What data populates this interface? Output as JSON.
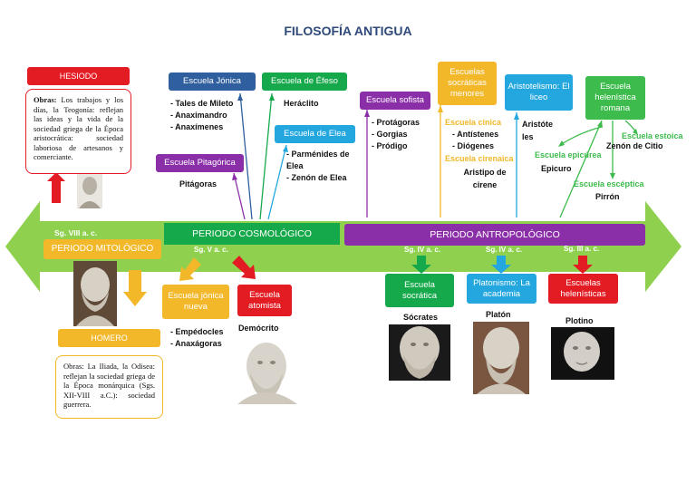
{
  "title": "FILOSOFÍA ANTIGUA",
  "colors": {
    "timeline": "#8fd14f",
    "cosmologico": "#16a94b",
    "antropologico": "#8b2fa8",
    "mitologico": "#f2b82a",
    "hesiodo": "#e31b23",
    "jonica": "#2f5f9e",
    "efeso": "#16a94b",
    "elea": "#23a7de",
    "pitagorica": "#8b2fa8",
    "menores": "#f2b82a",
    "aristotelismo": "#23a7de",
    "helenistica": "#3dbb4c"
  },
  "hesiodo": {
    "label": "HESIODO",
    "obras_label": "Obras:",
    "obras_text": "Los trabajos y los días, la Teogonía: reflejan las ideas y la vida de la sociedad griega de la Época aristocrática: sociedad laboriosa de artesanos y comerciante."
  },
  "homero": {
    "label": "HOMERO",
    "obras_text": "Obras: La Iliada, la Odisea: reflejan la sociedad griega de la Época monárquica (Sgs. XII-VIII a.C.): sociedad guerrera."
  },
  "timeline": {
    "sg_viii": "Sg. VIII a. c.",
    "mitologico": "PERIODO MITOLÓGICO",
    "cosmologico": "PERIODO COSMOLÓGICO",
    "antropologico": "PERIODO ANTROPOLÓGICO",
    "sg_v": "Sg. V a. c.",
    "sg_iv_1": "Sg. IV a. c.",
    "sg_iv_2": "Sg. IV a. c.",
    "sg_iii": "Sg. III a. c."
  },
  "jonica": {
    "label": "Escuela Jónica",
    "members": [
      "Tales de Mileto",
      "Anaximandro",
      "Anaxímenes"
    ]
  },
  "efeso": {
    "label": "Escuela de Éfeso",
    "member": "Heráclito"
  },
  "elea": {
    "label": "Escuela de Elea",
    "members": [
      "Parménides de Elea",
      "Zenón de Elea"
    ]
  },
  "pitagorica": {
    "label": "Escuela Pitagórica",
    "member": "Pitágoras"
  },
  "jonica_nueva": {
    "label": "Escuela jónica nueva",
    "members": [
      "Empédocles",
      "Anaxágoras"
    ]
  },
  "atomista": {
    "label": "Escuela atomista",
    "member": "Demócrito"
  },
  "sofista": {
    "label": "Escuela sofista",
    "members": [
      "Protágoras",
      "Gorgias",
      "Pródigo"
    ]
  },
  "menores": {
    "label": "Escuelas socráticas menores",
    "cinica": "Escuela cínica",
    "cinica_members": [
      "Antístenes",
      "Diógenes"
    ],
    "cirenaica": "Escuela cirenaica",
    "cirenaica_member": "Aristipo de cirene"
  },
  "aristotelismo": {
    "label": "Aristotelismo: El liceo",
    "member": "Aristóteles"
  },
  "helenistica": {
    "label": "Escuela helenística romana",
    "estoica": "Escuela estoica",
    "estoica_member": "Zenón de Citio",
    "epicurea": "Escuela epicúrea",
    "epicurea_member": "Epicuro",
    "esceptica": "Escuela escéptica",
    "esceptica_member": "Pirrón"
  },
  "socratica": {
    "label": "Escuela socrática",
    "member": "Sócrates"
  },
  "platonismo": {
    "label": "Platonismo: La academia",
    "member": "Platón"
  },
  "helenisticas": {
    "label": "Escuelas helenísticas",
    "member": "Plotino"
  }
}
